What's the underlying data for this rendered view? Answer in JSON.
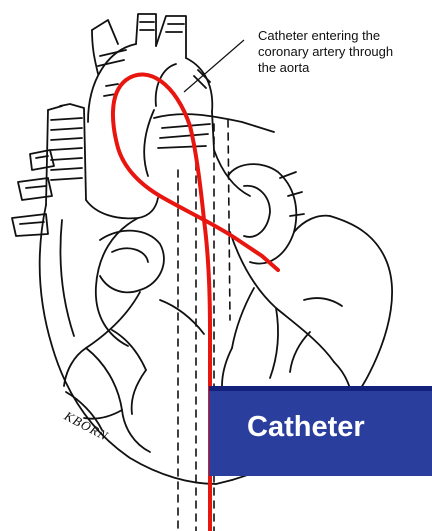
{
  "callout": {
    "lines": [
      "Catheter entering the",
      "coronary artery through",
      "the aorta"
    ]
  },
  "banner": {
    "text": "Catheter"
  },
  "signature": "KBORN",
  "colors": {
    "catheter": "#e8160e",
    "banner_bg": "#2a3e9e",
    "banner_text": "#ffffff",
    "line": "#111111"
  }
}
